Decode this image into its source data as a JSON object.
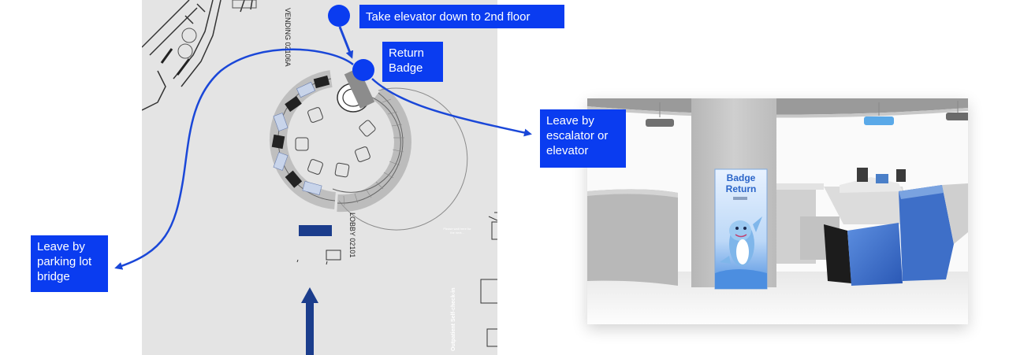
{
  "callouts": {
    "take_elevator": "Take elevator down to 2nd floor",
    "return_badge": "Return Badge",
    "leave_escalator": "Leave by escalator or elevator",
    "leave_parking": "Leave by parking lot bridge"
  },
  "map": {
    "lobby_label": "LOBBY 02101",
    "vending_label": "VENDING 02106A",
    "self_checkin_arrow": "Outpatient Self-check-in",
    "sign_small": "Please wait here for the next..."
  },
  "photo": {
    "sign_text": "Badge Return"
  },
  "colors": {
    "accent": "#0a3cf0",
    "path": "#1a47d8",
    "map_bg": "#e4e4e4",
    "desk_blue": "#3e6fc8"
  }
}
